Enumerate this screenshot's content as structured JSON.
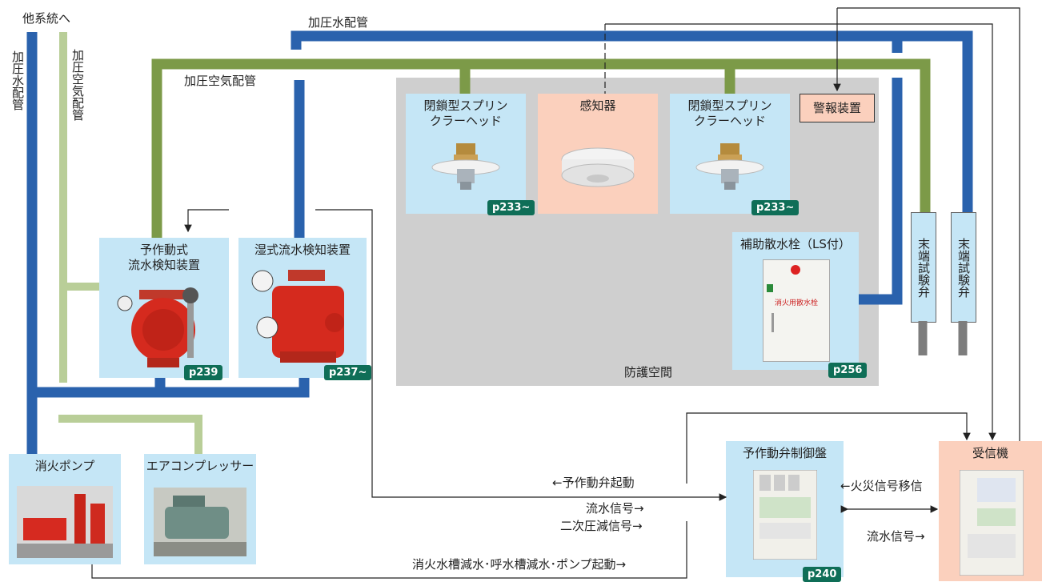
{
  "pipes": {
    "to_other_system": "他系統へ",
    "pressurized_water_pipe_top": "加圧水配管",
    "pressurized_air_pipe": "加圧空気配管",
    "pressurized_water_pipe_vertical": "加圧水配管",
    "pressurized_air_pipe_vertical": "加圧空気配管"
  },
  "area": {
    "protected_space": "防護空間"
  },
  "devices": {
    "sprinkler_left": {
      "title": "閉鎖型スプリン\nクラーヘッド",
      "page": "p233~"
    },
    "detector": {
      "title": "感知器"
    },
    "sprinkler_right": {
      "title": "閉鎖型スプリン\nクラーヘッド",
      "page": "p233~"
    },
    "alarm_device": {
      "title": "警報装置"
    },
    "aux_hydrant": {
      "title": "補助散水栓（LS付）",
      "page": "p256",
      "inner_label": "消火用散水栓"
    },
    "preaction_valve": {
      "title": "予作動式\n流水検知装置",
      "page": "p239"
    },
    "wet_valve": {
      "title": "湿式流水検知装置",
      "page": "p237~"
    },
    "test_valve_1": {
      "title": "末端試験弁"
    },
    "test_valve_2": {
      "title": "末端試験弁"
    },
    "fire_pump": {
      "title": "消火ポンプ"
    },
    "air_compressor": {
      "title": "エアコンプレッサー"
    },
    "control_panel": {
      "title": "予作動弁制御盤",
      "page": "p240"
    },
    "receiver": {
      "title": "受信機"
    }
  },
  "signals": {
    "preaction_start": "←予作動弁起動",
    "flow_signal_1": "流水信号→",
    "secondary_pressure_drop": "二次圧減信号→",
    "tank_pump_signal": "消火水槽減水･呼水槽減水･ポンプ起動→",
    "fire_signal_transfer": "←火災信号移信",
    "flow_signal_2": "流水信号→"
  },
  "colors": {
    "water_pipe": "#2a62ad",
    "air_pipe": "#7c9a48",
    "air_pipe_light": "#b9ce98",
    "drain_pipe": "#7d7d7d",
    "device_box": "#c5e6f6",
    "receiver_box": "#fbd0bd",
    "page_tag": "#0f6e57",
    "protected_space": "#cfcfcf"
  }
}
